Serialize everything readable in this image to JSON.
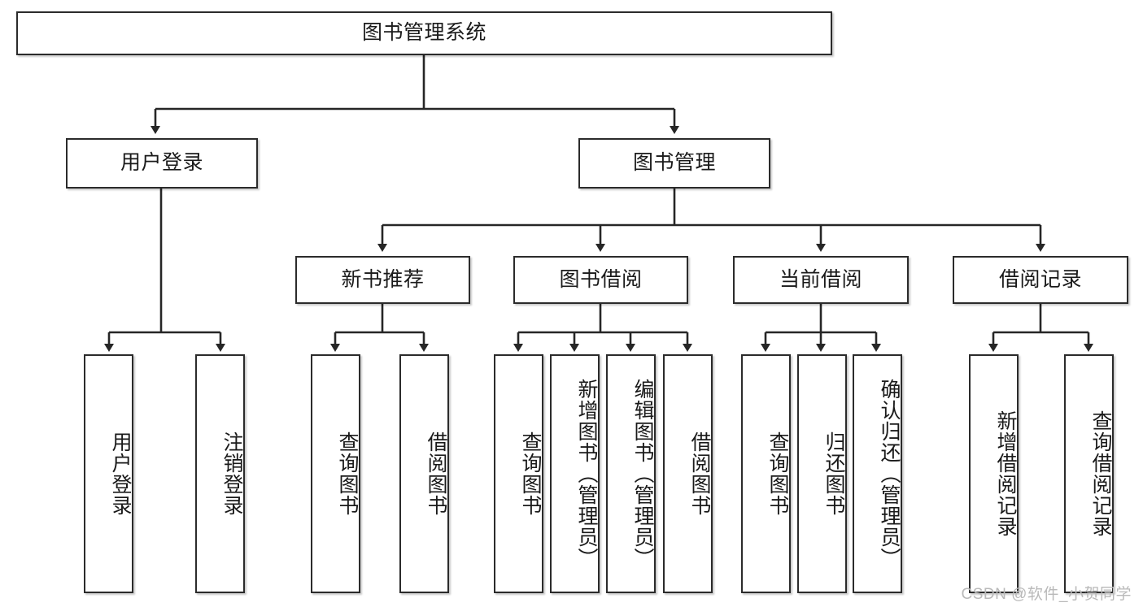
{
  "diagram": {
    "title": "图书管理系统",
    "type": "tree",
    "root": {
      "id": "root",
      "label": "图书管理系统"
    },
    "level2": [
      {
        "id": "user-login",
        "label": "用户登录"
      },
      {
        "id": "book-manage",
        "label": "图书管理"
      }
    ],
    "level3": [
      {
        "id": "new-book-recommend",
        "label": "新书推荐"
      },
      {
        "id": "book-borrow",
        "label": "图书借阅"
      },
      {
        "id": "current-borrow",
        "label": "当前借阅"
      },
      {
        "id": "borrow-record",
        "label": "借阅记录"
      }
    ],
    "leaves": {
      "user_login": [
        {
          "id": "leaf-user-login",
          "label": "用户登录"
        },
        {
          "id": "leaf-logout-login",
          "label": "注销登录"
        }
      ],
      "new_book_recommend": [
        {
          "id": "leaf-query-book-1",
          "label": "查询图书"
        },
        {
          "id": "leaf-borrow-book-1",
          "label": "借阅图书"
        }
      ],
      "book_borrow": [
        {
          "id": "leaf-query-book-2",
          "label": "查询图书"
        },
        {
          "id": "leaf-add-book",
          "label": "新增图书（管理员）"
        },
        {
          "id": "leaf-edit-book",
          "label": "编辑图书（管理员）"
        },
        {
          "id": "leaf-borrow-book-2",
          "label": "借阅图书"
        }
      ],
      "current_borrow": [
        {
          "id": "leaf-query-book-3",
          "label": "查询图书"
        },
        {
          "id": "leaf-return-book",
          "label": "归还图书"
        },
        {
          "id": "leaf-confirm-return",
          "label": "确认归还（管理员）"
        }
      ],
      "borrow_record": [
        {
          "id": "leaf-add-record",
          "label": "新增借阅记录"
        },
        {
          "id": "leaf-query-record",
          "label": "查询借阅记录"
        }
      ]
    }
  },
  "watermark": {
    "text": "CSDN @软件_小贺同学"
  },
  "colors": {
    "box_border": "#2b2b2b",
    "box_fill": "#ffffff",
    "connector": "#262626",
    "text": "#1a1a1a",
    "watermark": "#b9b9b9",
    "page_background": "#ffffff"
  }
}
